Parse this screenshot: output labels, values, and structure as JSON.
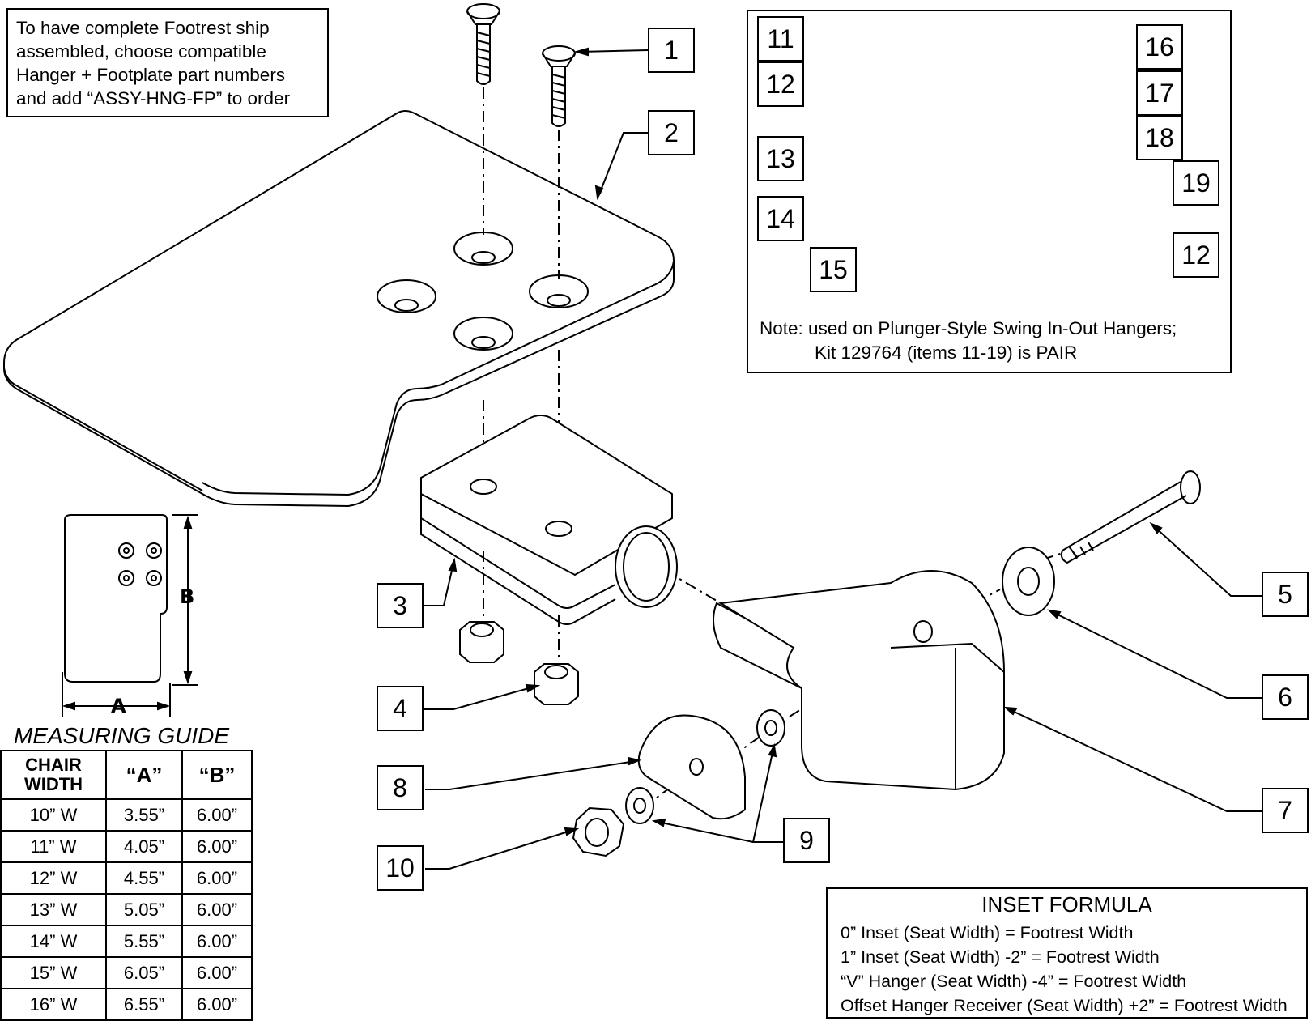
{
  "top_note": [
    "To have complete Footrest ship",
    "assembled, choose compatible",
    "Hanger + Footplate part numbers",
    "and add “ASSY-HNG-FP” to order"
  ],
  "kit_note": [
    "Note: used on Plunger-Style Swing In-Out Hangers;",
    "Kit 129764 (items 11-19) is PAIR"
  ],
  "callouts": [
    "1",
    "2",
    "3",
    "4",
    "5",
    "6",
    "7",
    "8",
    "9",
    "10",
    "11",
    "12",
    "13",
    "14",
    "15",
    "16",
    "17",
    "18",
    "19",
    "12"
  ],
  "measuring_guide": {
    "title": "MEASURING GUIDE",
    "headers": [
      "CHAIR WIDTH",
      "“A”",
      "“B”"
    ],
    "rows": [
      [
        "10” W",
        "3.55”",
        "6.00”"
      ],
      [
        "11” W",
        "4.05”",
        "6.00”"
      ],
      [
        "12” W",
        "4.55”",
        "6.00”"
      ],
      [
        "13” W",
        "5.05”",
        "6.00”"
      ],
      [
        "14” W",
        "5.55”",
        "6.00”"
      ],
      [
        "15” W",
        "6.05”",
        "6.00”"
      ],
      [
        "16” W",
        "6.55”",
        "6.00”"
      ]
    ],
    "dim_a": "A",
    "dim_b": "B"
  },
  "inset_formula": {
    "title": "INSET FORMULA",
    "lines": [
      "0” Inset (Seat Width) = Footrest Width",
      "1” Inset (Seat Width) -2” = Footrest Width",
      "“V” Hanger (Seat Width) -4” = Footrest Width",
      "Offset Hanger Receiver (Seat Width) +2” = Footrest Width"
    ]
  }
}
